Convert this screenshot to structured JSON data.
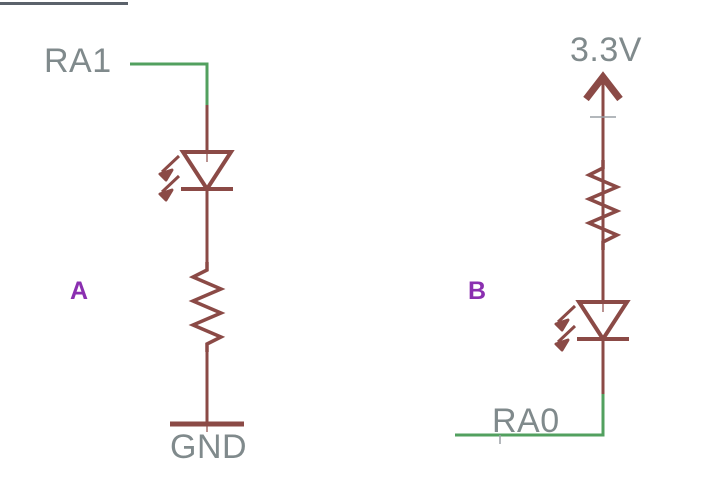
{
  "diagram": {
    "title": "LED connection schematics A and B",
    "colors": {
      "wire_green": "#52a05f",
      "component_brown": "#8b4a46",
      "label_gray": "#808a8c",
      "circuit_id_purple": "#8a2fb0",
      "topbar_gray": "#5b626b",
      "background": "#ffffff"
    },
    "circuits": [
      {
        "id": "A",
        "id_label": "A",
        "description": "MCU pin sources current: RA1 to LED anode, LED cathode to resistor, resistor to GND",
        "nodes": [
          {
            "name": "net-label-ra1",
            "text": "RA1",
            "type": "net-label"
          },
          {
            "name": "led-symbol-a",
            "text": "",
            "type": "led"
          },
          {
            "name": "resistor-symbol-a",
            "text": "",
            "type": "resistor"
          },
          {
            "name": "ground-symbol",
            "text": "GND",
            "type": "ground"
          }
        ]
      },
      {
        "id": "B",
        "id_label": "B",
        "description": "MCU pin sinks current: 3.3V supply to resistor, resistor to LED anode, LED cathode to RA0",
        "nodes": [
          {
            "name": "power-symbol-3v3",
            "text": "3.3V",
            "type": "power"
          },
          {
            "name": "resistor-symbol-b",
            "text": "",
            "type": "resistor"
          },
          {
            "name": "led-symbol-b",
            "text": "",
            "type": "led"
          },
          {
            "name": "net-label-ra0",
            "text": "RA0",
            "type": "net-label"
          }
        ]
      }
    ],
    "labels": {
      "ra1": "RA1",
      "gnd": "GND",
      "supply_3v3": "3.3V",
      "ra0": "RA0",
      "circuit_a": "A",
      "circuit_b": "B"
    }
  }
}
